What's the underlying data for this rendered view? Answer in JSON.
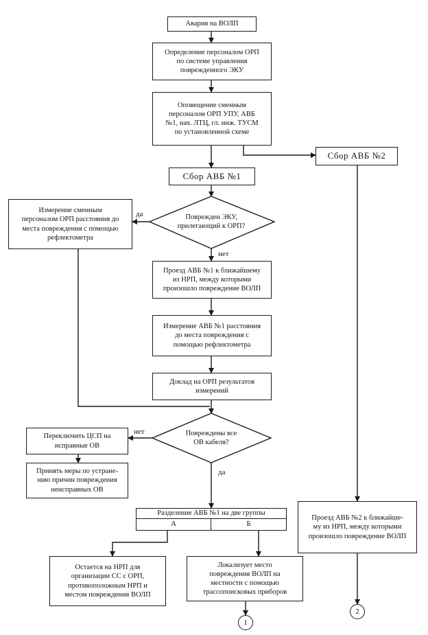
{
  "nodes": {
    "n1": "Авария на ВОЛП",
    "n2": "Определение персоналом ОРП\nпо системе управления\nповрежденного ЭКУ",
    "n3": "Оповещение сменным\nперсоналом ОРП УПУ, АВБ\n№1, нач. ЛТЦ, гл. инж. ТУСМ\nпо установленной схеме",
    "n4": "Сбор АВБ №1",
    "n5": "Сбор АВБ №2",
    "d1": "Поврежден ЭКУ,\nприлегающий к ОРП?",
    "n6": "Измерение сменным\nперсоналом ОРП расстояния до\nместа повреждения с помощью\nрефлектометра",
    "n7": "Проезд АВБ №1 к ближайшему\nиз НРП, между которыми\nпроизошло повреждение ВОЛП",
    "n8": "Измерение АВБ №1 расстояния\nдо места повреждения с\nпомощью рефлектометра",
    "n9": "Доклад на ОРП результатов\nизмерений",
    "d2": "Повреждены все\nОВ кабеля?",
    "n10": "Переключить ЦСП на\nисправные ОВ",
    "n11": "Принять меры по устране-\nнию причин повреждения\nнеисправных ОВ",
    "n12_top": "Разделение АВБ №1 на две группы",
    "n12_a": "А",
    "n12_b": "Б",
    "n13": "Проезд АВБ №2 к ближайше-\nму из НРП, между которыми\nпроизошло повреждение ВОЛП",
    "n14": "Остается на НРП для\nорганизации СС с ОРП,\nпротивоположным НРП и\nместом повреждения ВОЛП",
    "n15": "Локализует место\nповреждения ВОЛП на\nместности с помощью\nтрассопоисковых приборов",
    "c1": "1",
    "c2": "2"
  },
  "labels": {
    "yes1": "да",
    "no1": "нет",
    "no2": "нет",
    "yes2": "да"
  }
}
